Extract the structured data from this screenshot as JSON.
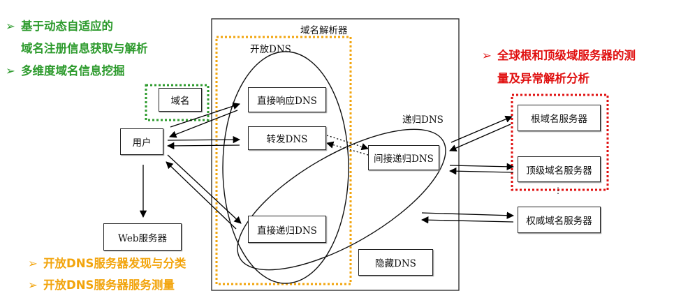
{
  "left_bullets": [
    {
      "line1": "基于动态自适应的",
      "line2": "域名注册信息获取与解析"
    },
    {
      "line1": "多维度域名信息挖掘"
    }
  ],
  "bottom_bullets": [
    "开放DNS服务器发现与分类",
    "开放DNS服务器服务测量"
  ],
  "right_bullet": {
    "line1": "全球根和顶级域服务器的测",
    "line2": "量及异常解析分析"
  },
  "bullet_marker": "➢",
  "diagram": {
    "resolver_title": "域名解析器",
    "open_dns_label": "开放DNS",
    "recursive_dns_label": "递归DNS",
    "nodes": {
      "domain": "域名",
      "user": "用户",
      "web_server": "Web服务器",
      "direct_response_dns": "直接响应DNS",
      "forward_dns": "转发DNS",
      "indirect_recursive_dns": "间接递归DNS",
      "direct_recursive_dns": "直接递归DNS",
      "hidden_dns": "隐藏DNS",
      "root_server": "根域名服务器",
      "tld_server": "顶级域名服务器",
      "authoritative_server": "权威域名服务器"
    },
    "ellipsis": "⋮"
  },
  "colors": {
    "green": "#2e9b2e",
    "orange": "#f2a40c",
    "red": "#e01010"
  }
}
